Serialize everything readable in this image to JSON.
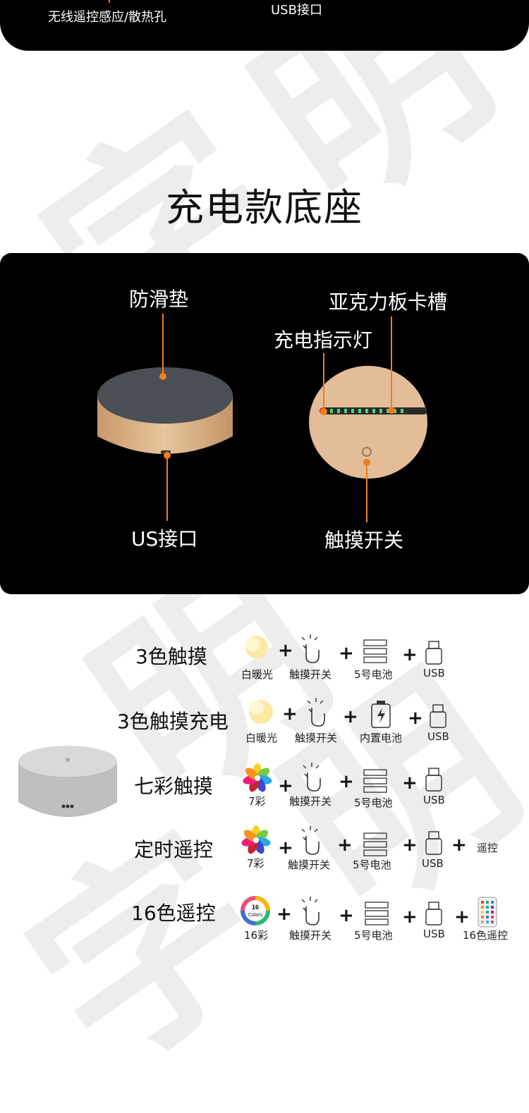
{
  "top": {
    "left_label": "无线遥控感应/散热孔",
    "right_label": "USB接口"
  },
  "section_title": "充电款底座",
  "base_panel": {
    "anti_slip": "防滑垫",
    "acrylic_slot": "亚克力板卡槽",
    "charge_indicator": "充电指示灯",
    "usb_port": "US接口",
    "touch_switch": "触摸开关"
  },
  "rows": [
    {
      "title": "3色触摸",
      "items": [
        "白暖光",
        "触摸开关",
        "5号电池",
        "USB"
      ]
    },
    {
      "title": "3色触摸充电",
      "items": [
        "白暖光",
        "触摸开关",
        "内置电池",
        "USB"
      ]
    },
    {
      "title": "七彩触摸",
      "items": [
        "7彩",
        "触摸开关",
        "5号电池",
        "USB"
      ]
    },
    {
      "title": "定时遥控",
      "items": [
        "7彩",
        "触摸开关",
        "5号电池",
        "USB",
        "遥控"
      ]
    },
    {
      "title": "16色遥控",
      "items": [
        "16彩",
        "触摸开关",
        "5号电池",
        "USB",
        "16色遥控"
      ]
    }
  ],
  "icon_text": {
    "sixteen": "16",
    "colors": "Colors"
  },
  "colors": {
    "accent": "#f07e1c",
    "panel": "#000000",
    "wood": "#d9b48a"
  }
}
